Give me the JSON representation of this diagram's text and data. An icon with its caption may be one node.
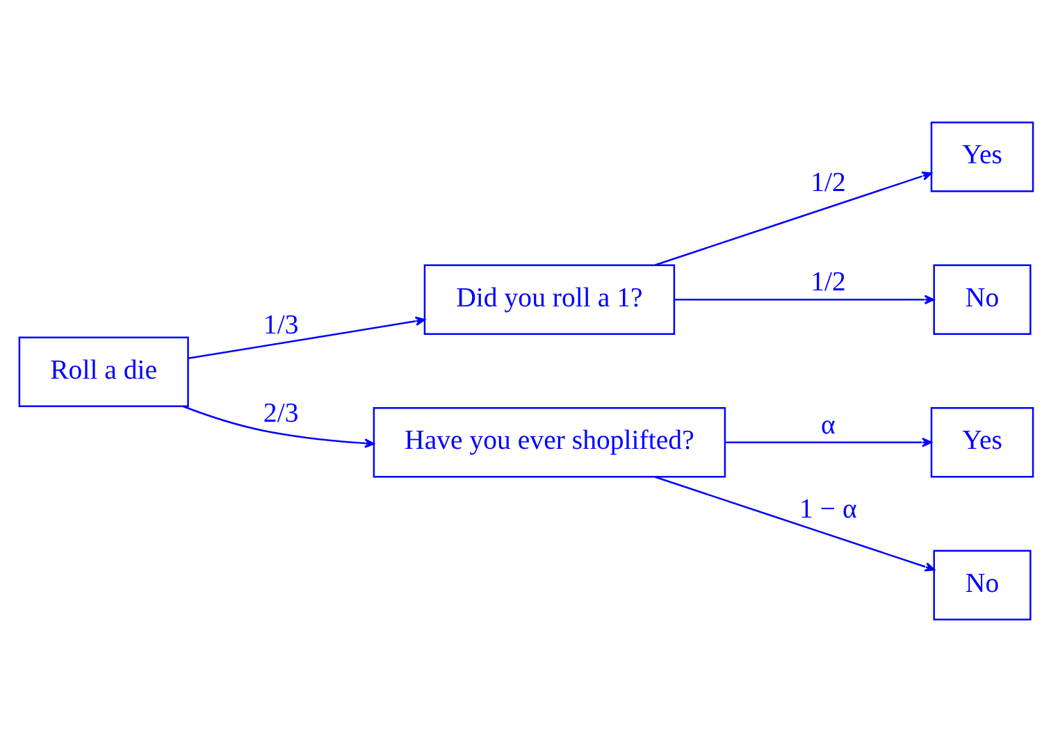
{
  "diagram": {
    "nodes": [
      {
        "text": [
          "Roll a die"
        ]
      },
      {
        "text": [
          "Did you roll a 1?"
        ]
      },
      {
        "text": [
          "Have you ever shoplifted?"
        ]
      },
      {
        "text": [
          "Yes"
        ]
      },
      {
        "text": [
          "No"
        ]
      },
      {
        "text": [
          "Yes"
        ]
      },
      {
        "text": [
          "No"
        ]
      }
    ],
    "edges": [
      {
        "from": 0,
        "to": 1,
        "arrow": "to",
        "label": "1/3"
      },
      {
        "from": 0,
        "to": 2,
        "arrow": "to",
        "label": "2/3"
      },
      {
        "from": 1,
        "to": 3,
        "arrow": "to",
        "label": "1/2"
      },
      {
        "from": 1,
        "to": 4,
        "arrow": "to",
        "label": "1/2"
      },
      {
        "from": 2,
        "to": 5,
        "arrow": "to",
        "label": "α"
      },
      {
        "from": 2,
        "to": 6,
        "arrow": "to",
        "label": "1 − α"
      }
    ]
  }
}
